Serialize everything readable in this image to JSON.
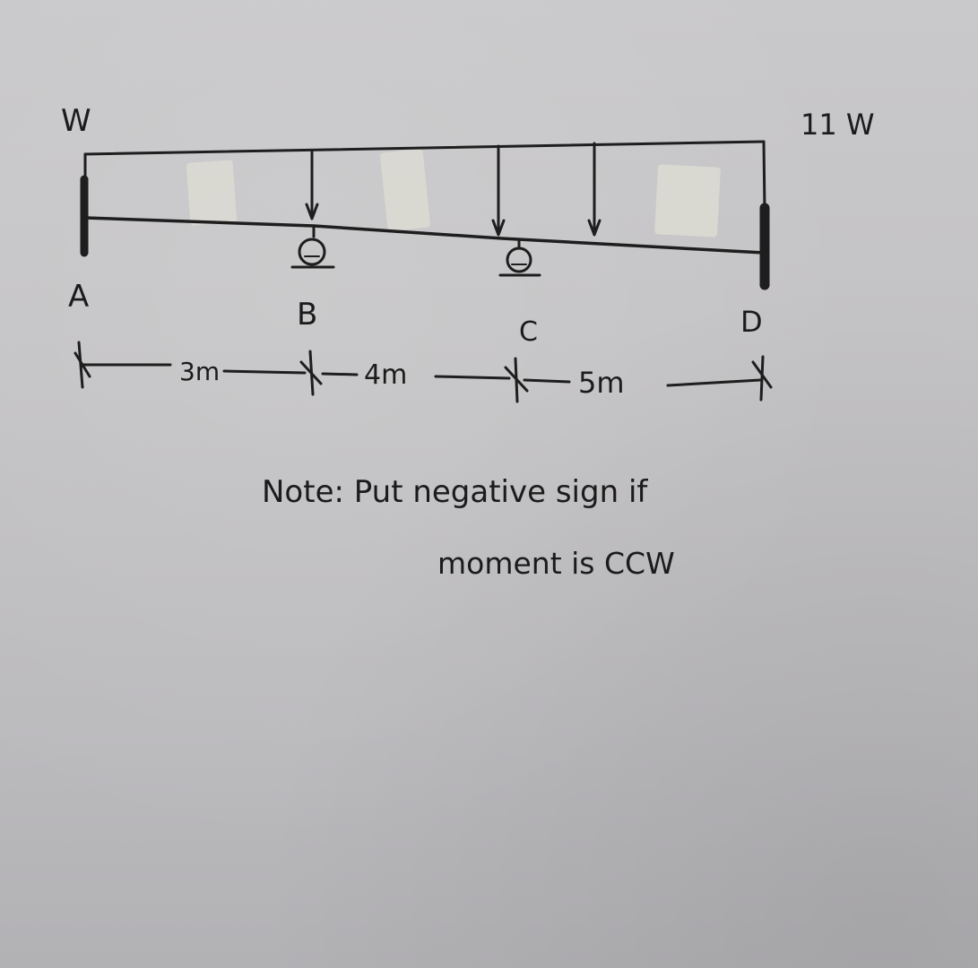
{
  "load_left": "W",
  "load_right": "11 W",
  "supports": {
    "a": "A",
    "b": "B",
    "c": "C",
    "d": "D"
  },
  "spans": {
    "ab": "3m",
    "bc": "4m",
    "cd": "5m"
  },
  "note": {
    "line1": "Note: Put negative sign if",
    "line2": "moment is CCW"
  }
}
